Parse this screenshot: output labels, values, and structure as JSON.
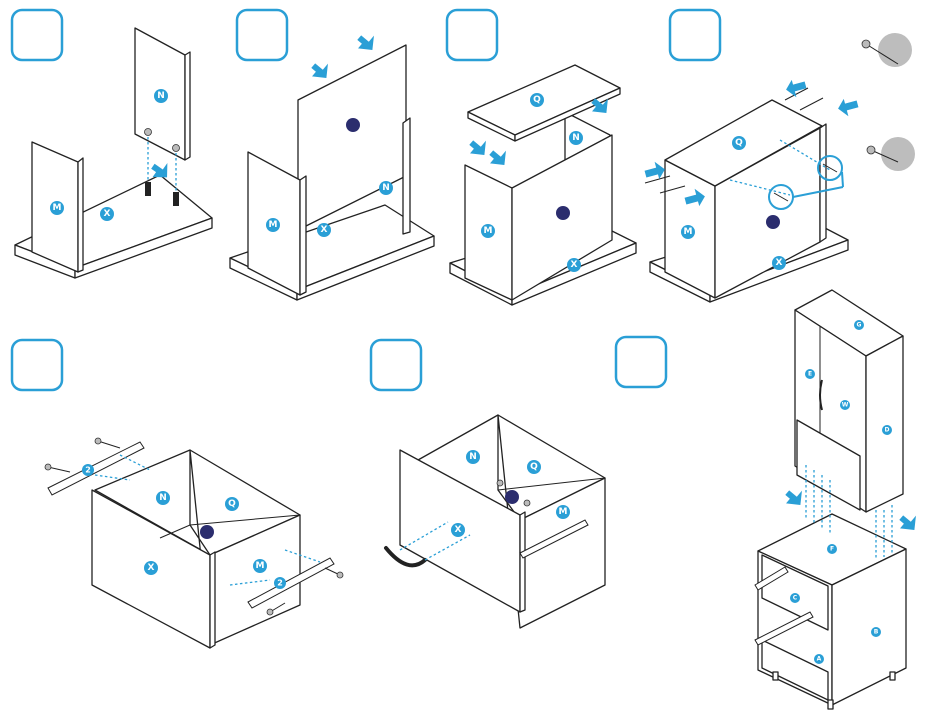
{
  "labels": {
    "M": "M",
    "N": "N",
    "X": "X",
    "Q": "Q",
    "two": "2",
    "A": "A",
    "B": "B",
    "C": "C",
    "D": "D",
    "E": "E",
    "F": "F",
    "G": "G",
    "W": "W"
  },
  "colors": {
    "accent": "#2a9fd6",
    "dot": "#2b2d6e",
    "line": "#222222",
    "hardware_grey": "#bdbdbd"
  },
  "icons": [
    "step-number-box",
    "placement-arrow",
    "dowel-icon",
    "screw-icon",
    "drawer-slide-icon",
    "handle-icon"
  ]
}
